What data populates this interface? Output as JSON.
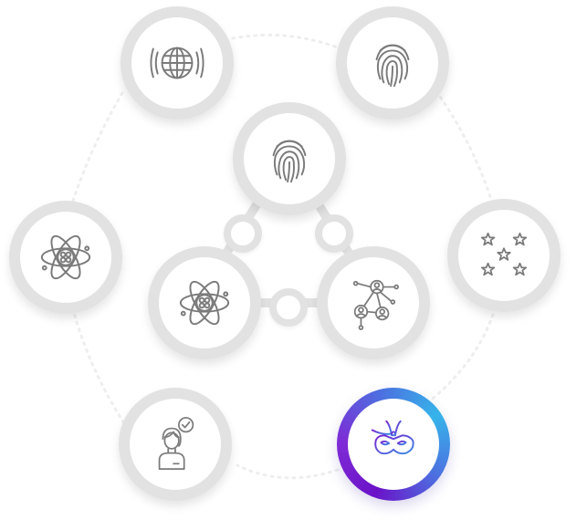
{
  "diagram": {
    "nodes": [
      {
        "id": "globe",
        "icon": "globe-signal-icon",
        "active": false
      },
      {
        "id": "fingerprint-top-right",
        "icon": "fingerprint-icon",
        "active": false
      },
      {
        "id": "fingerprint-center",
        "icon": "fingerprint-icon",
        "active": false
      },
      {
        "id": "atom-left",
        "icon": "atom-icon",
        "active": false
      },
      {
        "id": "stars",
        "icon": "stars-icon",
        "active": false
      },
      {
        "id": "atom-center",
        "icon": "atom-icon",
        "active": false
      },
      {
        "id": "network",
        "icon": "people-network-icon",
        "active": false
      },
      {
        "id": "verified-user",
        "icon": "verified-user-icon",
        "active": false
      },
      {
        "id": "mask",
        "icon": "carnival-mask-flag-icon",
        "active": true
      }
    ],
    "colors": {
      "ring": "#e2e2e2",
      "icon": "#7a7a7a",
      "active_gradient_start": "#6b12c8",
      "active_gradient_end": "#36b4ea",
      "active_icon": "#5b2fd0"
    }
  }
}
